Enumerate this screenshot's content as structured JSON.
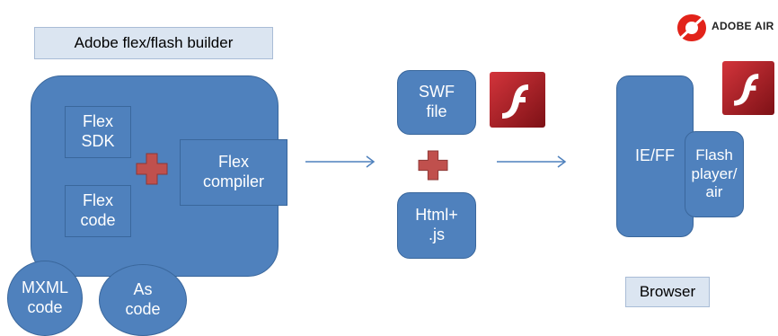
{
  "builder": {
    "title": "Adobe flex/flash builder",
    "flex_sdk": "Flex\nSDK",
    "flex_code": "Flex\ncode",
    "flex_compiler": "Flex\ncompiler",
    "mxml_code": "MXML\ncode",
    "as_code": "As\ncode"
  },
  "outputs": {
    "swf_file": "SWF\nfile",
    "html_js": "Html+\n.js"
  },
  "browser": {
    "ie_ff": "IE/FF",
    "flash_player_air": "Flash\nplayer/\nair",
    "label": "Browser"
  },
  "logos": {
    "adobe_air_text": "ADOBE AIR",
    "flash_logo_color": "#c0262d",
    "air_logo_color": "#e2231a"
  },
  "colors": {
    "box_fill": "#4f81bd",
    "plus_fill": "#c0504d",
    "arrow": "#4f81bd"
  }
}
